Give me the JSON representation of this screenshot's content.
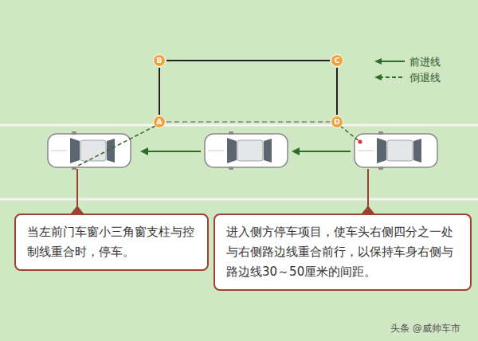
{
  "diagram": {
    "nodes": [
      {
        "text": [
          "B"
        ]
      },
      {
        "text": [
          "C"
        ]
      },
      {
        "text": [
          "A"
        ]
      },
      {
        "text": [
          "D"
        ]
      },
      {
        "text": [
          "当左前门车窗小三角窗支柱与控制线重合时，停车。"
        ]
      },
      {
        "text": [
          "进入侧方停车项目，使车头右侧四分之一处与右侧路边线重合前行，以保持车身右侧与路边线30～50厘米的间距。"
        ]
      }
    ],
    "edges": [
      {
        "from": 2,
        "to": 0,
        "arrow": "none"
      },
      {
        "from": 0,
        "to": 1,
        "arrow": "none"
      },
      {
        "from": 1,
        "to": 3,
        "arrow": "none"
      },
      {
        "from": 2,
        "to": 3,
        "arrow": "none"
      }
    ],
    "labels": [
      "头条 @威帅车市"
    ],
    "legend": [
      {
        "text": "前进线"
      },
      {
        "text": "倒退线"
      }
    ]
  }
}
